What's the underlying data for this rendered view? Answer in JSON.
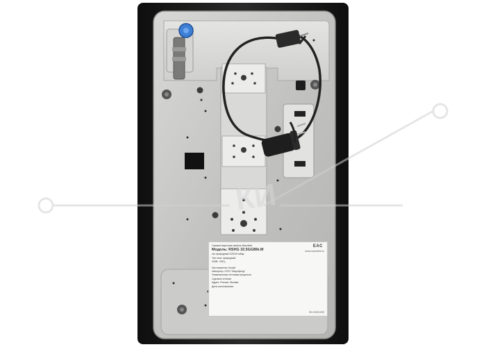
{
  "photo": {
    "subject": "hob-underside",
    "colors": {
      "background": "#ffffff",
      "glass_frame": "#1c1c1c",
      "steel_body": "#c4c4c2",
      "steel_highlight": "#e6e6e4",
      "cable": "#222222",
      "fitting_blue": "#3e7fd6",
      "watermark": "#d2d2d2"
    },
    "icons": [
      "gas-fitting-icon",
      "power-cable-icon",
      "schuko-plug-icon",
      "mounting-screw-icon",
      "watermark-logo-icon"
    ]
  },
  "label": {
    "model": "Модель: RSHG 32.5GGBlk.M",
    "eac": "EAC",
    "brand": "www.maunfeld.ru",
    "sn": "SN 00001250",
    "lines": [
      "Газовая варочная панель Maunfeld",
      "газ природный G20/20 мбар",
      "Тип газа: природный",
      "230В~ 50Гц",
      "Изготовитель: Китай",
      "Импортер: ООО \"Маунфелд\"",
      "Номинальная тепловая мощность",
      "Сделано в Китае",
      "Адрес: Россия, Москва",
      "Дата изготовления"
    ]
  }
}
